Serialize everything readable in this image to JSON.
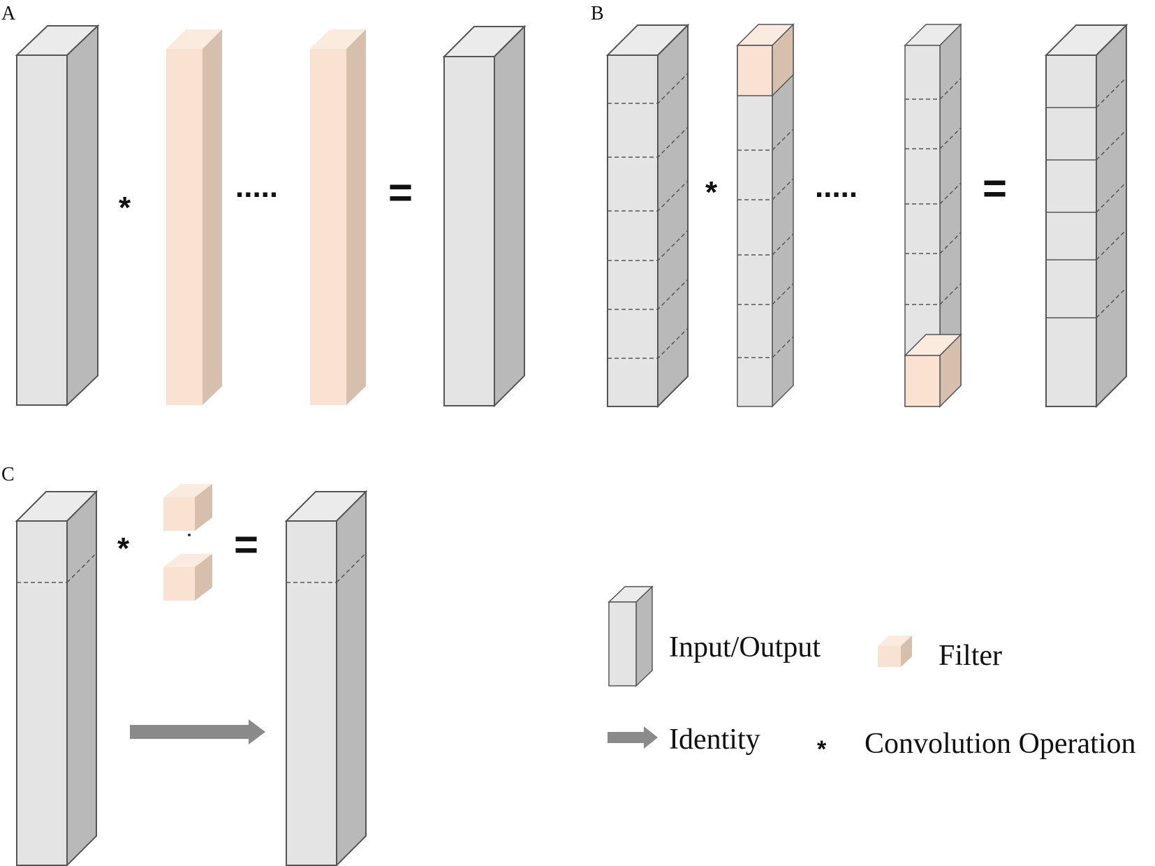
{
  "panels": {
    "a": {
      "label": "A",
      "convolution_symbol": "*",
      "ellipsis": ".....",
      "equals_symbol": "="
    },
    "b": {
      "label": "B",
      "convolution_symbol": "*",
      "ellipsis": ".....",
      "equals_symbol": "="
    },
    "c": {
      "label": "C",
      "convolution_symbol": "*",
      "equals_symbol": "="
    }
  },
  "legend": {
    "input_output": "Input/Output",
    "filter": "Filter",
    "identity": "Identity",
    "convolution_symbol": "*",
    "convolution_operation": "Convolution Operation"
  },
  "colors": {
    "block_front": "#e4e4e4",
    "block_side": "#b9b9b9",
    "block_top": "#ebebeb",
    "filter_front": "#f9e2d2",
    "filter_side": "#d7bfae",
    "filter_top": "#fbeade",
    "edge": "#555555",
    "arrow": "#8a8a8a"
  }
}
